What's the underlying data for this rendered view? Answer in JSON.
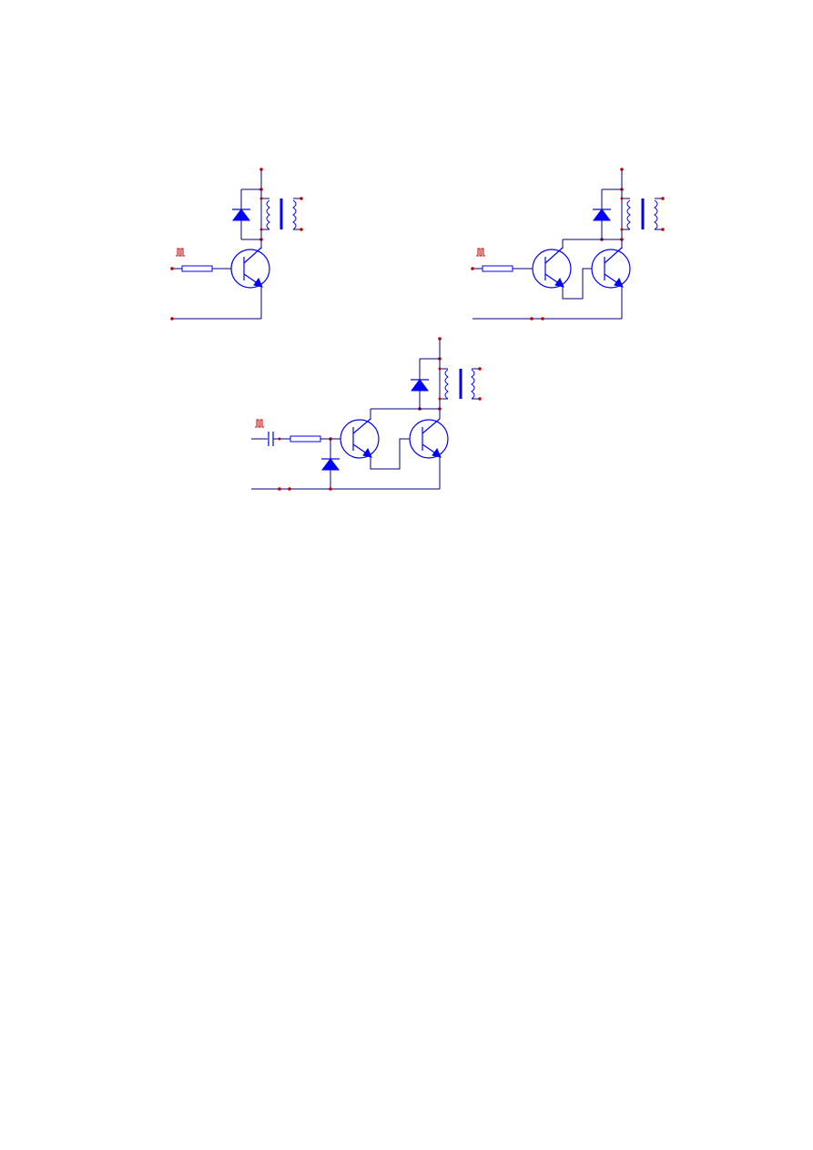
{
  "diagram": {
    "circuits": [
      {
        "id": "single-transistor-relay-driver",
        "components": [
          "pulse-source",
          "resistor",
          "npn-transistor",
          "flyback-diode",
          "relay-coil",
          "relay-contacts"
        ]
      },
      {
        "id": "darlington-relay-driver",
        "components": [
          "pulse-source",
          "resistor",
          "npn-transistor",
          "npn-transistor",
          "flyback-diode",
          "relay-coil",
          "relay-contacts"
        ]
      },
      {
        "id": "ac-coupled-darlington-relay-driver",
        "components": [
          "pulse-source",
          "capacitor",
          "resistor",
          "clamp-diode",
          "npn-transistor",
          "npn-transistor",
          "flyback-diode",
          "relay-coil",
          "relay-contacts"
        ]
      }
    ],
    "colors": {
      "component": "#0000ff",
      "wire": "#000080",
      "node": "#c00000",
      "pulse": "#c00000"
    }
  }
}
